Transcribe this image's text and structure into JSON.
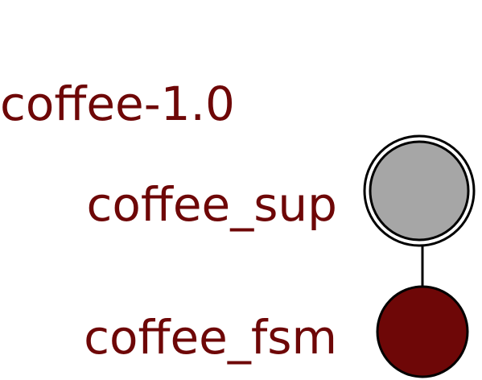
{
  "diagram": {
    "application": {
      "label": "coffee-1.0"
    },
    "nodes": [
      {
        "id": "coffee_sup",
        "label": "coffee_sup",
        "kind": "supervisor",
        "fill": "#a6a6a6",
        "ring": "double"
      },
      {
        "id": "coffee_fsm",
        "label": "coffee_fsm",
        "kind": "worker",
        "fill": "#6e0707",
        "ring": "single"
      }
    ],
    "edges": [
      {
        "from": "coffee_sup",
        "to": "coffee_fsm"
      }
    ],
    "colors": {
      "text": "#6e0707",
      "stroke": "#000000",
      "supervisor_fill": "#a6a6a6",
      "worker_fill": "#6e0707"
    }
  }
}
